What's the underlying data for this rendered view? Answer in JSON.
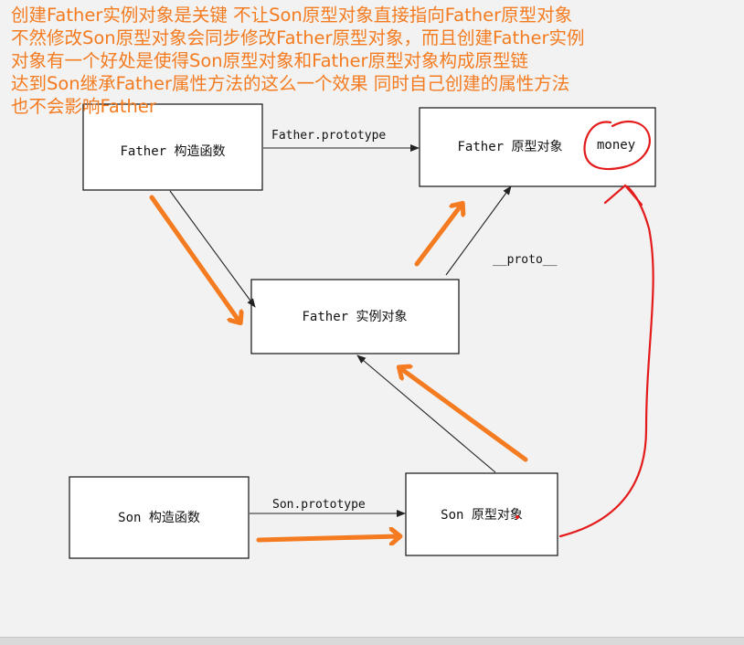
{
  "annotation": {
    "lines": [
      "创建Father实例对象是关键 不让Son原型对象直接指向Father原型对象",
      "不然修改Son原型对象会同步修改Father原型对象，而且创建Father实例",
      "对象有一个好处是使得Son原型对象和Father原型对象构成原型链",
      "达到Son继承Father属性方法的这么一个效果 同时自己创建的属性方法",
      "也不会影响Father"
    ]
  },
  "nodes": {
    "father_ctor": "Father 构造函数",
    "father_proto": "Father 原型对象",
    "father_inst": "Father 实例对象",
    "son_ctor": "Son 构造函数",
    "son_proto": "Son 原型对象"
  },
  "edges": {
    "father_prototype": "Father.prototype",
    "son_prototype": "Son.prototype",
    "proto": "__proto__"
  },
  "proto_property": "money",
  "colors": {
    "highlight_arrows": "#f47b20",
    "circle_annotation": "#e41b1b",
    "background": "#f2f2f2"
  }
}
